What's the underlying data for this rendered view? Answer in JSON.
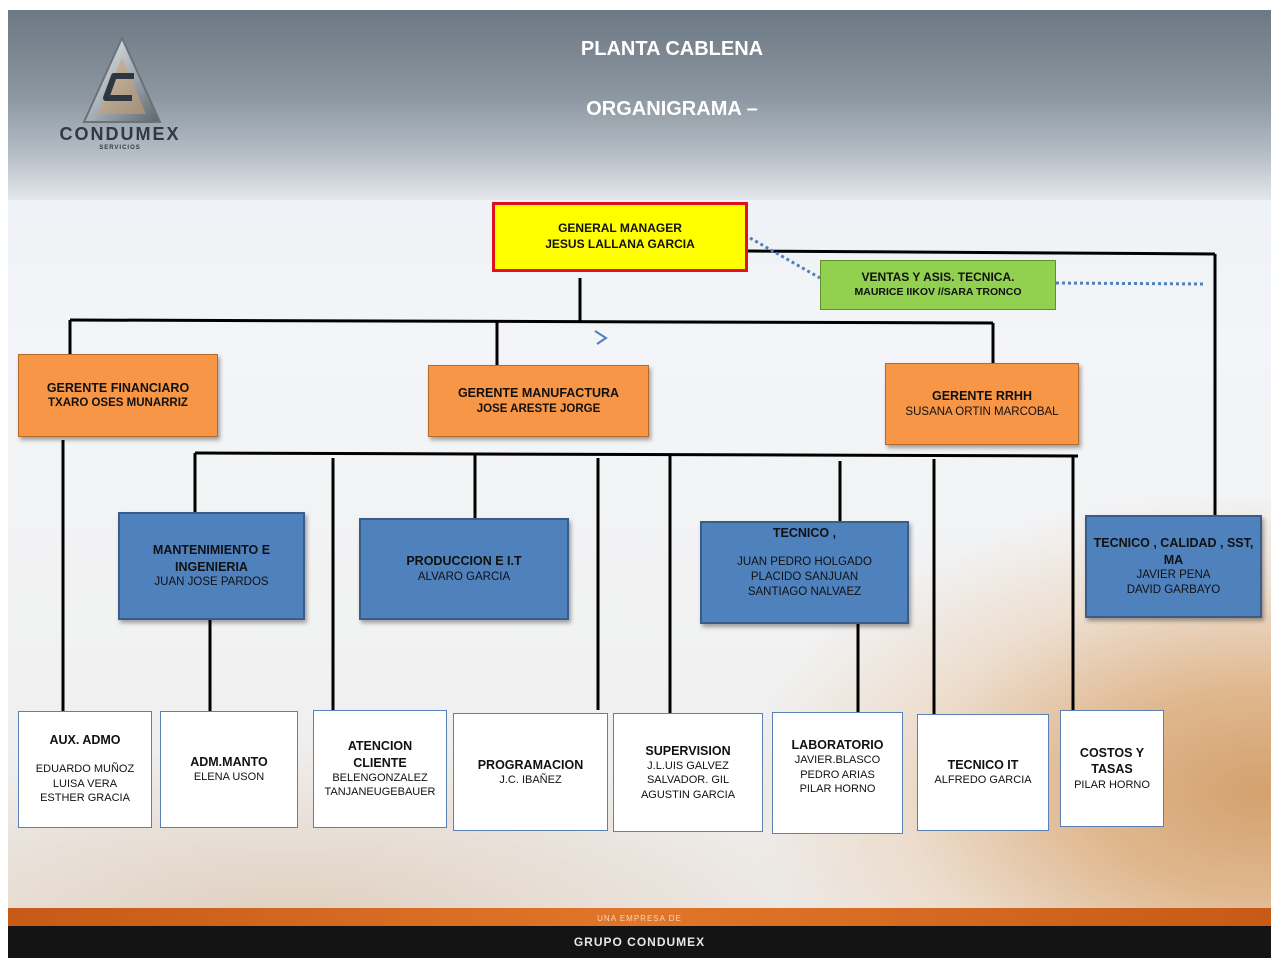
{
  "header": {
    "title": "PLANTA CABLENA",
    "subtitle": "ORGANIGRAMA –",
    "logo_name": "CONDUMEX",
    "logo_sub": "SERVICIOS"
  },
  "footer": {
    "tagline": "UNA EMPRESA DE",
    "brand": "GRUPO CONDUMEX"
  },
  "org": {
    "general_manager": {
      "title": "GENERAL MANAGER",
      "name": "JESUS LALLANA GARCIA"
    },
    "ventas": {
      "title": "VENTAS Y ASIS. TECNICA.",
      "name": "MAURICE IIKOV //SARA TRONCO"
    },
    "gerente_financiero": {
      "title": "GERENTE FINANCIARO",
      "name": "TXARO OSES MUNARRIZ"
    },
    "gerente_manufactura": {
      "title": "GERENTE MANUFACTURA",
      "name": "JOSE ARESTE JORGE"
    },
    "gerente_rrhh": {
      "title": "GERENTE RRHH",
      "name": "SUSANA ORTIN MARCOBAL"
    },
    "mantenimiento": {
      "title": "MANTENIMIENTO E INGENIERIA",
      "name": "JUAN JOSE PARDOS"
    },
    "produccion": {
      "title": "PRODUCCION E I.T",
      "name": "ALVARO GARCIA"
    },
    "tecnico": {
      "title": "TECNICO ,",
      "names": [
        "JUAN PEDRO HOLGADO",
        "PLACIDO SANJUAN",
        "SANTIAGO NALVAEZ"
      ]
    },
    "calidad": {
      "title": "TECNICO , CALIDAD , SST, MA",
      "names": [
        "JAVIER PENA",
        "DAVID GARBAYO"
      ]
    },
    "aux_admo": {
      "title": "AUX. ADMO",
      "names": [
        "EDUARDO MUÑOZ",
        "LUISA VERA",
        "ESTHER GRACIA"
      ]
    },
    "adm_manto": {
      "title": "ADM.MANTO",
      "names": [
        "ELENA USON"
      ]
    },
    "atencion": {
      "title": "ATENCION CLIENTE",
      "names": [
        "BELENGONZALEZ",
        "TANJANEUGEBAUER"
      ]
    },
    "programacion": {
      "title": "PROGRAMACION",
      "names": [
        "J.C. IBAÑEZ"
      ]
    },
    "supervision": {
      "title": "SUPERVISION",
      "names": [
        "J.L.UIS GALVEZ",
        "SALVADOR. GIL",
        "AGUSTIN GARCIA"
      ]
    },
    "laboratorio": {
      "title": "LABORATORIO",
      "names": [
        "JAVIER.BLASCO",
        "PEDRO ARIAS",
        "PILAR HORNO"
      ]
    },
    "tecnico_it": {
      "title": "TECNICO IT",
      "names": [
        "ALFREDO GARCIA"
      ]
    },
    "costos": {
      "title": "COSTOS Y TASAS",
      "names": [
        "PILAR HORNO"
      ]
    }
  }
}
